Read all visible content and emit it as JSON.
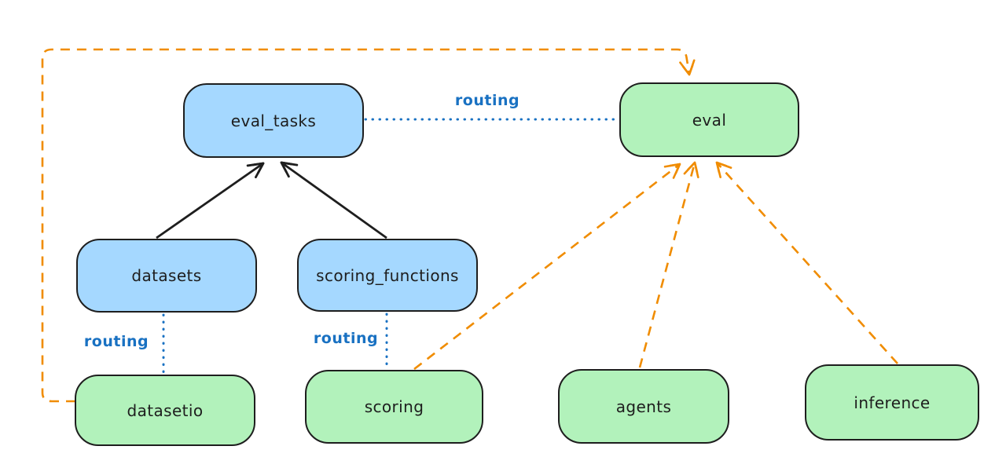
{
  "diagram": {
    "type": "architecture-graph",
    "edge_label": "routing",
    "nodes": [
      {
        "id": "eval_tasks",
        "label": "eval_tasks",
        "fill": "blue"
      },
      {
        "id": "eval",
        "label": "eval",
        "fill": "green"
      },
      {
        "id": "datasets",
        "label": "datasets",
        "fill": "blue"
      },
      {
        "id": "scoring_functions",
        "label": "scoring_functions",
        "fill": "blue"
      },
      {
        "id": "datasetio",
        "label": "datasetio",
        "fill": "green"
      },
      {
        "id": "scoring",
        "label": "scoring",
        "fill": "green"
      },
      {
        "id": "agents",
        "label": "agents",
        "fill": "green"
      },
      {
        "id": "inference",
        "label": "inference",
        "fill": "green"
      }
    ],
    "edges": [
      {
        "from": "datasets",
        "to": "eval_tasks",
        "style": "solid-black-arrow",
        "label": ""
      },
      {
        "from": "scoring_functions",
        "to": "eval_tasks",
        "style": "solid-black-arrow",
        "label": ""
      },
      {
        "from": "eval_tasks",
        "to": "eval",
        "style": "dotted-blue",
        "label": "routing"
      },
      {
        "from": "datasets",
        "to": "datasetio",
        "style": "dotted-blue",
        "label": "routing"
      },
      {
        "from": "scoring_functions",
        "to": "scoring",
        "style": "dotted-blue",
        "label": "routing"
      },
      {
        "from": "datasetio",
        "to": "eval",
        "style": "dashed-orange-arrow",
        "label": ""
      },
      {
        "from": "scoring",
        "to": "eval",
        "style": "dashed-orange-arrow",
        "label": ""
      },
      {
        "from": "agents",
        "to": "eval",
        "style": "dashed-orange-arrow",
        "label": ""
      },
      {
        "from": "inference",
        "to": "eval",
        "style": "dashed-orange-arrow",
        "label": ""
      }
    ],
    "colors": {
      "background": "#ffffff",
      "node_stroke": "#1e1e1e",
      "node_blue_fill": "#a5d8ff",
      "node_green_fill": "#b2f2bb",
      "routing_blue": "#1971c2",
      "provider_orange": "#f08c00"
    }
  }
}
